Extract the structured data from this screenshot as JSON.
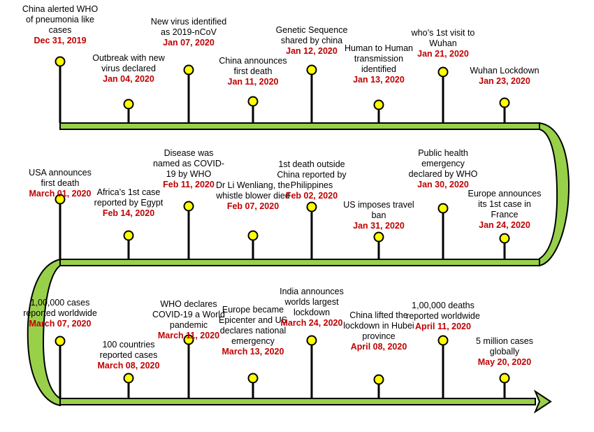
{
  "colors": {
    "pipe_fill": "#99d04a",
    "pipe_outline": "#000000",
    "marker_fill": "#ffff00",
    "date_text": "#c00000"
  },
  "rows": [
    {
      "events": [
        {
          "desc": "China alerted WHO of pneumonia like cases",
          "date": "Dec 31, 2019"
        },
        {
          "desc": "Outbreak with new virus declared",
          "date": "Jan 04, 2020"
        },
        {
          "desc": "New virus identified as 2019-nCoV",
          "date": "Jan 07, 2020"
        },
        {
          "desc": "China announces first death",
          "date": "Jan 11, 2020"
        },
        {
          "desc": "Genetic Sequence shared by china",
          "date": "Jan 12, 2020"
        },
        {
          "desc": "Human to Human transmission identified",
          "date": "Jan 13, 2020"
        },
        {
          "desc": "who’s 1st visit to Wuhan",
          "sup": "st",
          "date": "Jan 21, 2020"
        },
        {
          "desc": "Wuhan Lockdown",
          "date": "Jan 23, 2020"
        }
      ]
    },
    {
      "events": [
        {
          "desc": "USA announces first death",
          "date": "March 01, 2020"
        },
        {
          "desc": "Africa’s 1st case reported  by Egypt",
          "sup": "st",
          "date": "Feb 14, 2020"
        },
        {
          "desc": "Disease was named as COVID-19 by WHO",
          "date": "Feb 11, 2020"
        },
        {
          "desc": "Dr Li Wenliang, the whistle blower died",
          "date": "Feb 07, 2020"
        },
        {
          "desc": "1st death outside China reported by Philippines",
          "sup": "st",
          "date": "Feb 02, 2020"
        },
        {
          "desc": "US imposes travel ban",
          "date": "Jan 31, 2020"
        },
        {
          "desc": "Public health emergency declared by WHO",
          "date": "Jan 30, 2020"
        },
        {
          "desc": "Europe announces its 1st case in France",
          "sup": "st",
          "date": "Jan 24, 2020"
        }
      ]
    },
    {
      "events": [
        {
          "desc": "1,00,000 cases reported worldwide",
          "date": "March 07, 2020"
        },
        {
          "desc": "100 countries reported cases",
          "date": "March 08, 2020"
        },
        {
          "desc": "WHO declares COVID-19 a World pandemic",
          "date": "March 11, 2020"
        },
        {
          "desc": "Europe became Epicenter and US declares national emergency",
          "date": "March 13, 2020"
        },
        {
          "desc": "India announces worlds largest lockdown",
          "date": "March 24, 2020"
        },
        {
          "desc": "China lifted the lockdown in Hubei province",
          "date": "April 08, 2020"
        },
        {
          "desc": "1,00,000 deaths reported worldwide",
          "date": "April 11, 2020"
        },
        {
          "desc": "5 million cases globally",
          "date": "May 20, 2020"
        }
      ]
    }
  ]
}
